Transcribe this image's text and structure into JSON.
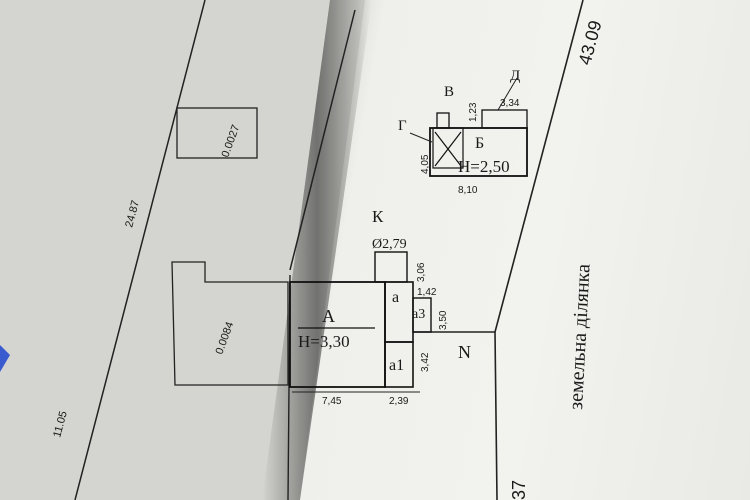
{
  "plan": {
    "parcel_left_area": "0.0084",
    "parcel_small_area": "0.0027",
    "dim_left_edge": "24.87",
    "dim_left_bottom": "11.05",
    "dim_right_edge": "43.09",
    "dim_bottom_right": "37",
    "land_label": "земельна ділянка",
    "north": "N",
    "building_a": {
      "name": "А",
      "height": "Н=3,30",
      "width": "7,45"
    },
    "annex_a": "а",
    "annex_a1": {
      "name": "а1",
      "width": "2,39",
      "depth": "3,42"
    },
    "annex_a3": {
      "name": "а3",
      "depth": "3,50",
      "side": "1,42"
    },
    "well": {
      "name": "К",
      "dia": "Ø2,79"
    },
    "dim_3_06": "3,06",
    "building_b": {
      "name": "Б",
      "height": "Н=2,50",
      "width": "8,10",
      "depth": "4,05"
    },
    "label_v": "В",
    "label_g": "Г",
    "label_d": "Д",
    "dim_1_23": "1,23",
    "dim_3_34": "3,34"
  }
}
